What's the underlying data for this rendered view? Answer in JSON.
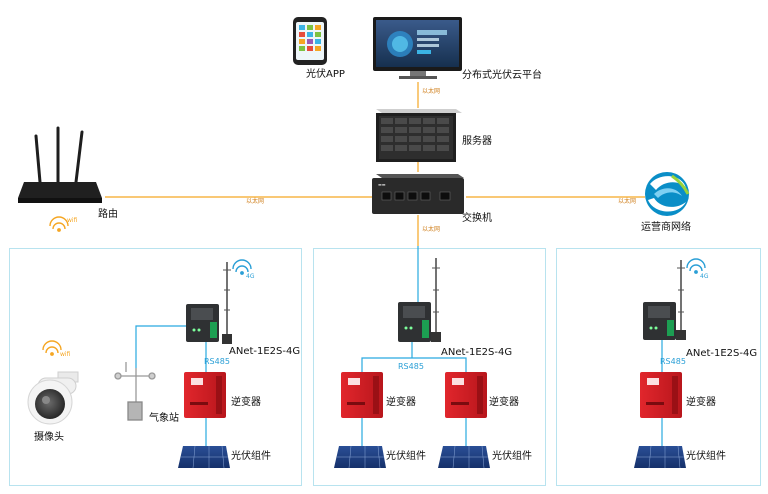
{
  "title": "",
  "labels": {
    "app": "光伏APP",
    "platform": "分布式光伏云平台",
    "server": "服务器",
    "switch": "交换机",
    "router": "路由",
    "carrier": "运营商网络",
    "camera": "摄像头",
    "weather": "气象站"
  },
  "links": {
    "ethernet": "以太网",
    "rs485": "RS485"
  },
  "signals": {
    "wifi": "wifi",
    "g4": "4G"
  },
  "sections": [
    {
      "device": "ANet-1E2S-4G",
      "inverters": [
        "逆变器"
      ],
      "panels": [
        "光伏组件"
      ],
      "camera": "摄像头",
      "weather": "气象站"
    },
    {
      "device": "ANet-1E2S-4G",
      "inverters": [
        "逆变器",
        "逆变器"
      ],
      "panels": [
        "光伏组件",
        "光伏组件"
      ]
    },
    {
      "device": "ANet-1E2S-4G",
      "inverters": [
        "逆变器"
      ],
      "panels": [
        "光伏组件"
      ]
    }
  ],
  "colors": {
    "ethernet_line": "#f5a623",
    "rs485_line": "#29a9e0",
    "panel_border": "#b8e3ef",
    "inverter": "#d8222a",
    "gateway": "#2f3133"
  }
}
